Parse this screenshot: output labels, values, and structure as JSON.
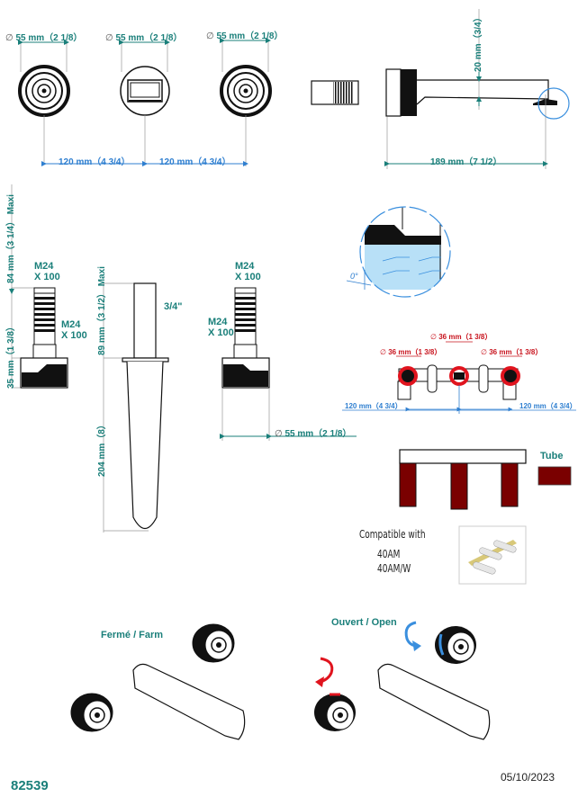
{
  "top_view": {
    "knob_left_diameter": "55 mm（2 1/8）",
    "knob_center_diameter": "55 mm（2 1/8）",
    "knob_right_diameter": "55 mm（2 1/8）",
    "spacing_left": "120 mm（4 3/4）",
    "spacing_right": "120 mm（4 3/4）",
    "diameter_symbol": "∅"
  },
  "side_view": {
    "spout_offset": "20 mm（3/4）",
    "spout_length": "189 mm（7 1/2）"
  },
  "valve_view": {
    "max_depth": "84 mm（3 1/4） Maxi",
    "thread_top": [
      "M24",
      "X 100"
    ],
    "thread_side": [
      "M24",
      "X 100"
    ],
    "flange_height": "35 mm（1 3/8）"
  },
  "spout_front_view": {
    "max_depth": "89 mm（3 1/2） Maxi",
    "pipe_size": "3/4\"",
    "spout_height": "204 mm（8）"
  },
  "valve_right_view": {
    "thread_top": [
      "M24",
      "X 100"
    ],
    "thread_side": [
      "M24",
      "X 100"
    ],
    "diameter": "55 mm（2 1/8）"
  },
  "detail": {
    "angle": "0°"
  },
  "rough_in": {
    "hole_left": "36 mm（1 3/8）",
    "hole_center": "36 mm（1 3/8）",
    "hole_right": "36 mm（1 3/8）",
    "spacing_left": "120 mm（4 3/4）",
    "spacing_right": "120 mm（4 3/4）"
  },
  "legend": {
    "tube_label": "Tube",
    "tube_color": "#7a0000"
  },
  "compatibility": {
    "title": "Compatible with",
    "models": [
      "40AM",
      "40AM/W"
    ]
  },
  "operation": {
    "closed_label": "Fermé / Farm",
    "open_label": "Ouvert / Open",
    "cold_color": "#3a8fde",
    "hot_color": "#e0141e"
  },
  "footer": {
    "product_code": "82539",
    "date": "05/10/2023"
  },
  "colors": {
    "dimension_teal": "#1a7f7a",
    "dimension_blue": "#2f7fd0",
    "rough_in_red": "#c8141e"
  }
}
